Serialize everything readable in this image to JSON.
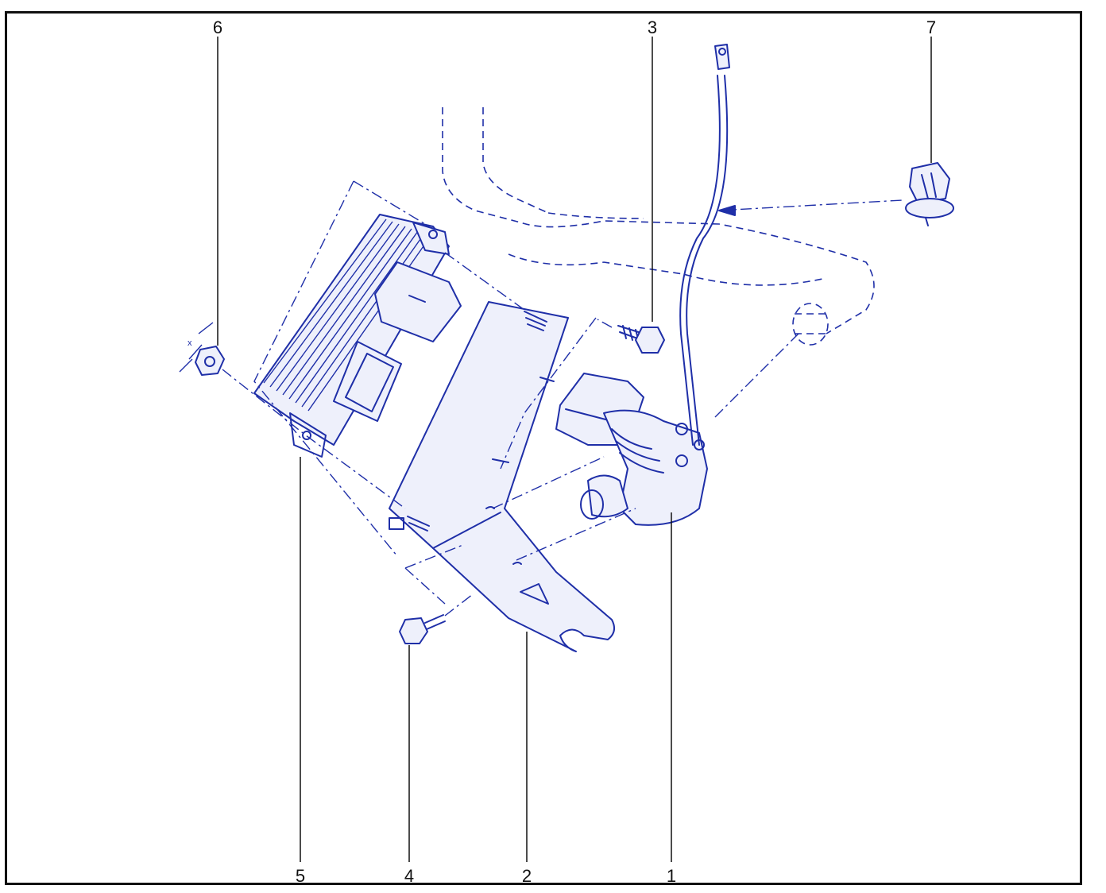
{
  "diagram": {
    "ink_color": "#1f2fa8",
    "callouts": [
      {
        "id": "c1",
        "label": "1"
      },
      {
        "id": "c2",
        "label": "2"
      },
      {
        "id": "c3",
        "label": "3"
      },
      {
        "id": "c4",
        "label": "4"
      },
      {
        "id": "c5",
        "label": "5"
      },
      {
        "id": "c6",
        "label": "6"
      },
      {
        "id": "c7",
        "label": "7"
      }
    ],
    "small_mark": "x"
  }
}
